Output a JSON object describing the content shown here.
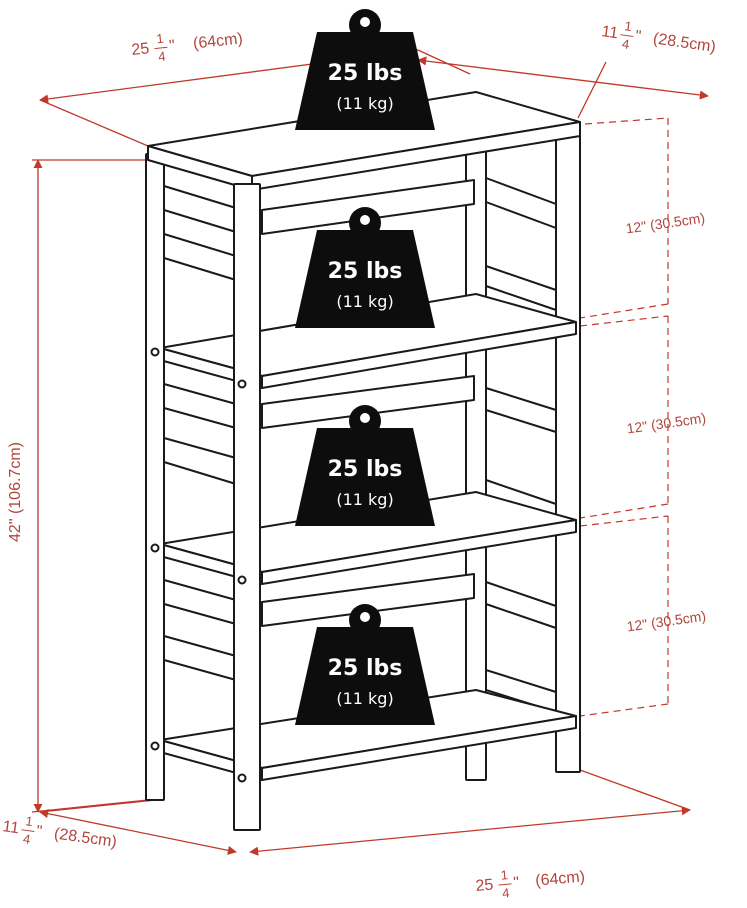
{
  "colors": {
    "line": "#1a1a1a",
    "dimension": "#c0392b",
    "dimension_text": "#b1463d",
    "weight_fill": "#0d0d0d",
    "weight_text": "#ffffff"
  },
  "icons": [
    "weight-icon"
  ],
  "dimensions": {
    "top_width": {
      "int": "25",
      "num": "1",
      "den": "4",
      "unit": "\"",
      "metric": "(64cm)"
    },
    "top_depth": {
      "int": "11",
      "num": "1",
      "den": "4",
      "unit": "\"",
      "metric": "(28.5cm)"
    },
    "height": {
      "text": "42\" (106.7cm)"
    },
    "shelf_spacing": [
      "12\" (30.5cm)",
      "12\" (30.5cm)",
      "12\" (30.5cm)"
    ],
    "bottom_depth": {
      "int": "11",
      "num": "1",
      "den": "4",
      "unit": "\"",
      "metric": "(28.5cm)"
    },
    "bottom_width": {
      "int": "25",
      "num": "1",
      "den": "4",
      "unit": "\"",
      "metric": "(64cm)"
    }
  },
  "weights": [
    {
      "lbs": "25 lbs",
      "kg": "(11 kg)"
    },
    {
      "lbs": "25 lbs",
      "kg": "(11 kg)"
    },
    {
      "lbs": "25 lbs",
      "kg": "(11 kg)"
    },
    {
      "lbs": "25 lbs",
      "kg": "(11 kg)"
    }
  ]
}
